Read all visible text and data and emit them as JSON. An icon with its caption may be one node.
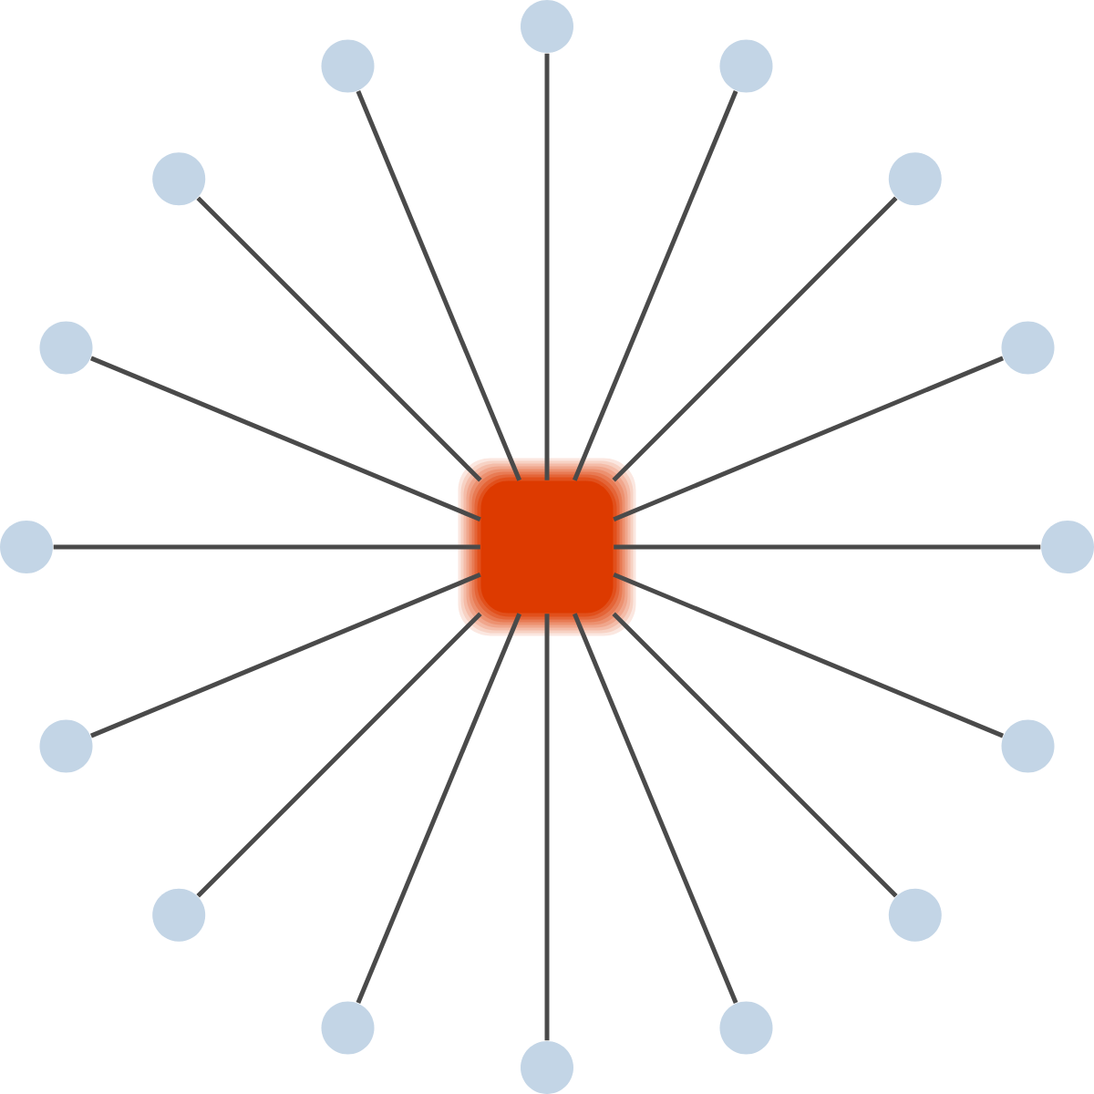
{
  "diagram": {
    "nodes": [
      {
        "text": [],
        "shape": "box"
      },
      {
        "text": [],
        "shape": "circle"
      },
      {
        "text": [],
        "shape": "circle"
      },
      {
        "text": [],
        "shape": "circle"
      },
      {
        "text": [],
        "shape": "circle"
      },
      {
        "text": [],
        "shape": "circle"
      },
      {
        "text": [],
        "shape": "circle"
      },
      {
        "text": [],
        "shape": "circle"
      },
      {
        "text": [],
        "shape": "circle"
      },
      {
        "text": [],
        "shape": "circle"
      },
      {
        "text": [],
        "shape": "circle"
      },
      {
        "text": [],
        "shape": "circle"
      },
      {
        "text": [],
        "shape": "circle"
      },
      {
        "text": [],
        "shape": "circle"
      },
      {
        "text": [],
        "shape": "circle"
      },
      {
        "text": [],
        "shape": "circle"
      },
      {
        "text": [],
        "shape": "circle"
      }
    ],
    "edges": [
      {
        "from": 0,
        "to": 1,
        "arrow": "none"
      },
      {
        "from": 0,
        "to": 2,
        "arrow": "none"
      },
      {
        "from": 0,
        "to": 3,
        "arrow": "none"
      },
      {
        "from": 0,
        "to": 4,
        "arrow": "none"
      },
      {
        "from": 0,
        "to": 5,
        "arrow": "none"
      },
      {
        "from": 0,
        "to": 6,
        "arrow": "none"
      },
      {
        "from": 0,
        "to": 7,
        "arrow": "none"
      },
      {
        "from": 0,
        "to": 8,
        "arrow": "none"
      },
      {
        "from": 0,
        "to": 9,
        "arrow": "none"
      },
      {
        "from": 0,
        "to": 10,
        "arrow": "none"
      },
      {
        "from": 0,
        "to": 11,
        "arrow": "none"
      },
      {
        "from": 0,
        "to": 12,
        "arrow": "none"
      },
      {
        "from": 0,
        "to": 13,
        "arrow": "none"
      },
      {
        "from": 0,
        "to": 14,
        "arrow": "none"
      },
      {
        "from": 0,
        "to": 15,
        "arrow": "none"
      },
      {
        "from": 0,
        "to": 16,
        "arrow": "none"
      }
    ]
  }
}
